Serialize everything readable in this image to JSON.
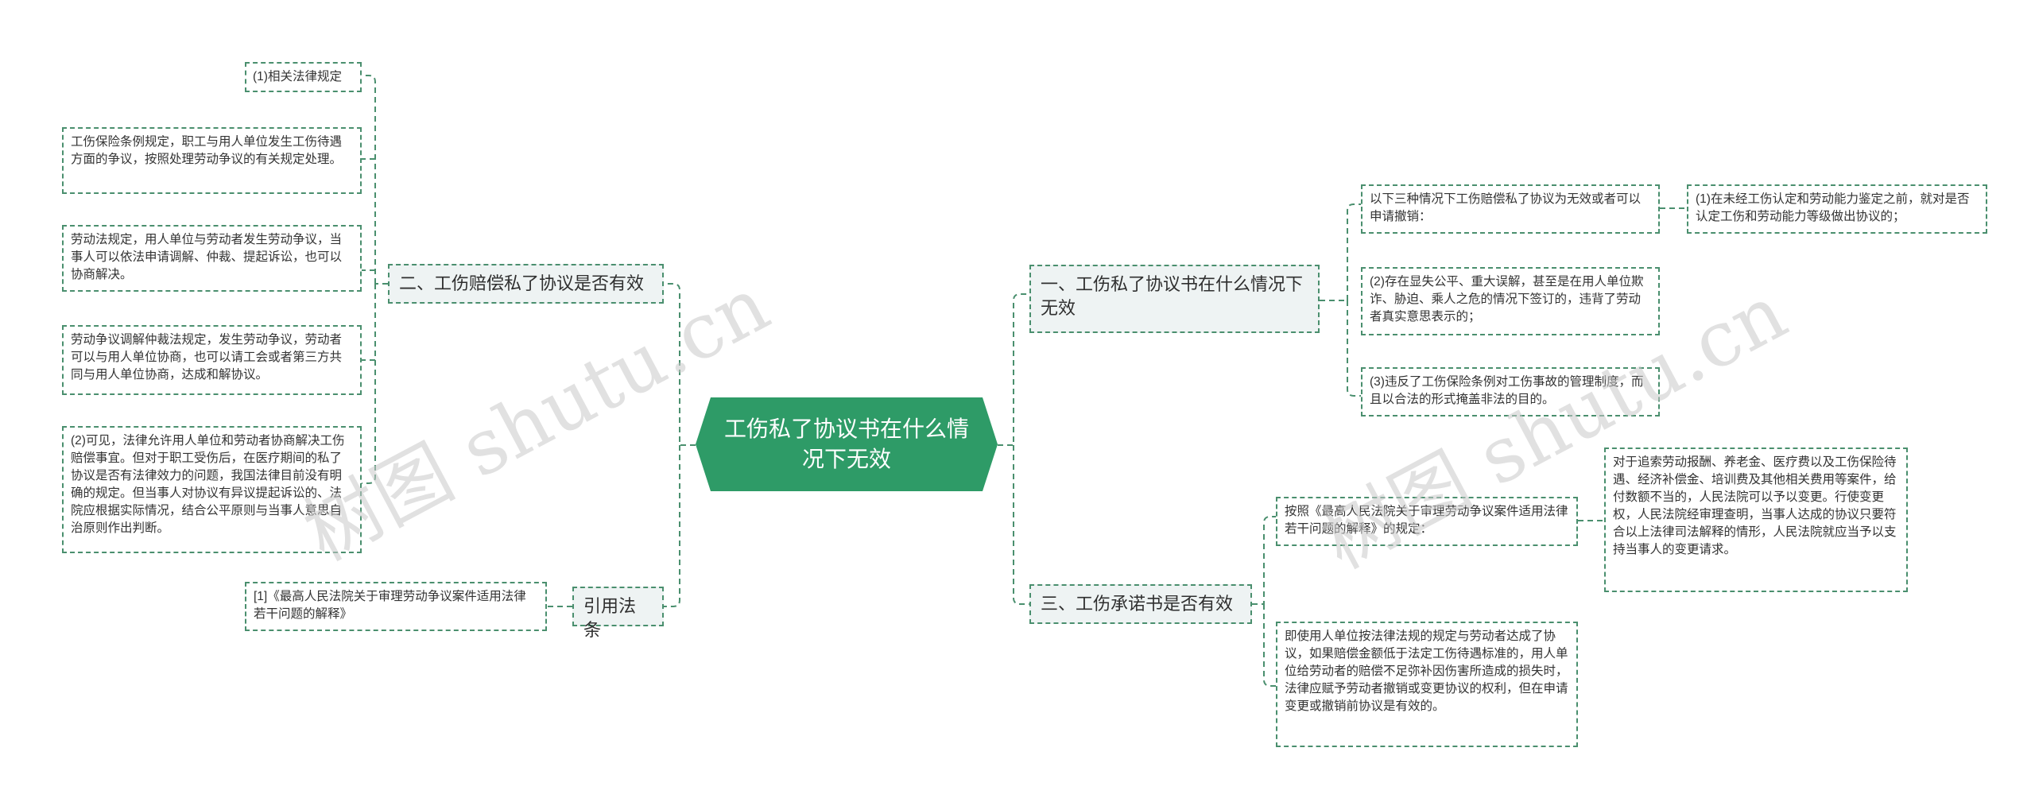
{
  "root": {
    "title": "工伤私了协议书在什么情况下无效"
  },
  "branches": {
    "b1": {
      "title": "一、工伤私了协议书在什么情况下无效"
    },
    "b2": {
      "title": "二、工伤赔偿私了协议是否有效"
    },
    "b3": {
      "title": "三、工伤承诺书是否有效"
    },
    "b4": {
      "title": "引用法条"
    }
  },
  "leaves": {
    "b1_intro": "以下三种情况下工伤赔偿私了协议为无效或者可以申请撤销：",
    "b1_c1": "(1)在未经工伤认定和劳动能力鉴定之前，就对是否认定工伤和劳动能力等级做出协议的；",
    "b1_c2": "(2)存在显失公平、重大误解，甚至是在用人单位欺诈、胁迫、乘人之危的情况下签订的，违背了劳动者真实意思表示的；",
    "b1_c3": "(3)违反了工伤保险条例对工伤事故的管理制度，而且以合法的形式掩盖非法的目的。",
    "b2_c1": "(1)相关法律规定",
    "b2_c2": "工伤保险条例规定，职工与用人单位发生工伤待遇方面的争议，按照处理劳动争议的有关规定处理。",
    "b2_c3": "劳动法规定，用人单位与劳动者发生劳动争议，当事人可以依法申请调解、仲裁、提起诉讼，也可以协商解决。",
    "b2_c4": "劳动争议调解仲裁法规定，发生劳动争议，劳动者可以与用人单位协商，也可以请工会或者第三方共同与用人单位协商，达成和解协议。",
    "b2_c5": "(2)可见，法律允许用人单位和劳动者协商解决工伤赔偿事宜。但对于职工受伤后，在医疗期间的私了协议是否有法律效力的问题，我国法律目前没有明确的规定。但当事人对协议有异议提起诉讼的、法院应根据实际情况，结合公平原则与当事人意思自治原则作出判断。",
    "b3_c1": "按照《最高人民法院关于审理劳动争议案件适用法律若干问题的解释》的规定：",
    "b3_c1a": "对于追索劳动报酬、养老金、医疗费以及工伤保险待遇、经济补偿金、培训费及其他相关费用等案件，给付数额不当的，人民法院可以予以变更。行使变更权，人民法院经审理查明，当事人达成的协议只要符合以上法律司法解释的情形，人民法院就应当予以支持当事人的变更请求。",
    "b3_c2": "即使用人单位按法律法规的规定与劳动者达成了协议，如果赔偿金额低于法定工伤待遇标准的，用人单位给劳动者的赔偿不足弥补因伤害所造成的损失时，法律应赋予劳动者撤销或变更协议的权利，但在申请变更或撤销前协议是有效的。",
    "b4_c1": "[1]《最高人民法院关于审理劳动争议案件适用法律若干问题的解释》"
  },
  "watermarks": [
    "树图 shutu.cn",
    "树图 shutu.cn"
  ],
  "colors": {
    "root": "#2e9b67",
    "line": "#4a8f6e",
    "branch_bg": "#eef3f3"
  }
}
